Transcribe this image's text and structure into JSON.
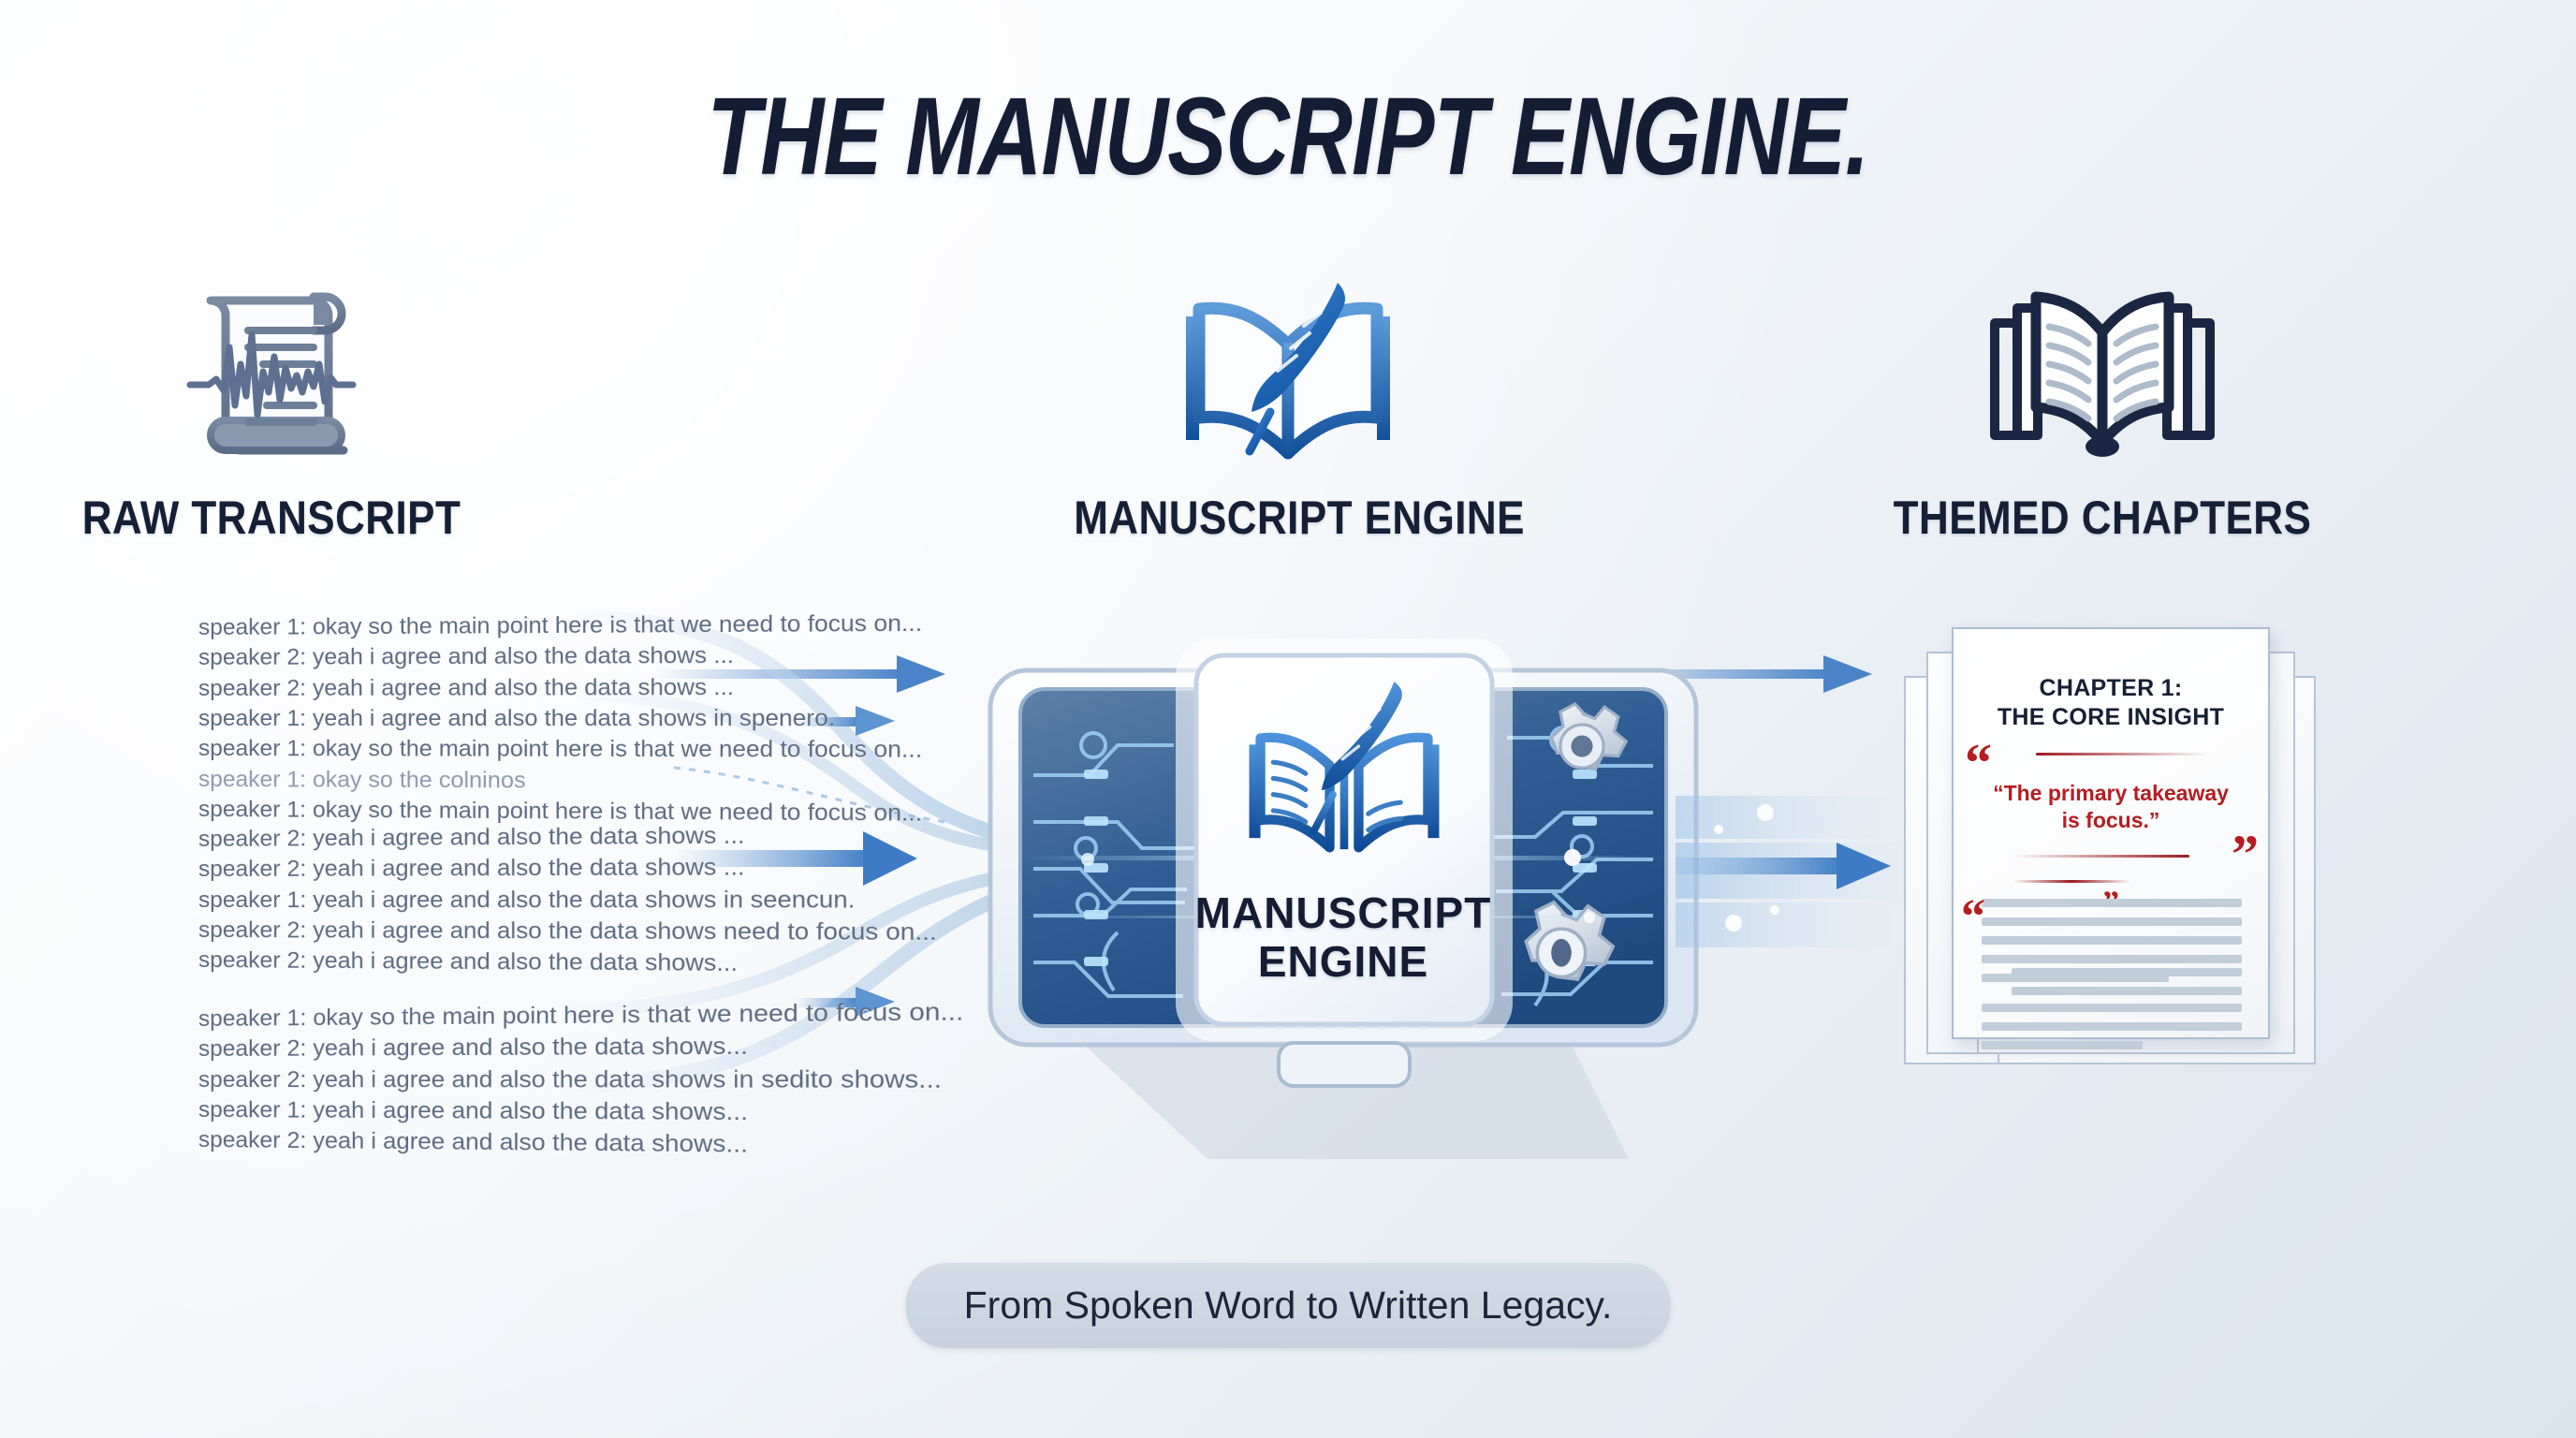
{
  "title": "THE MANUSCRIPT ENGINE.",
  "stages": [
    {
      "id": "raw-transcript",
      "label": "RAW TRANSCRIPT",
      "icon": "scroll-waveform-icon"
    },
    {
      "id": "manuscript-engine",
      "label": "MANUSCRIPT ENGINE",
      "icon": "book-quill-icon"
    },
    {
      "id": "themed-chapters",
      "label": "THEMED CHAPTERS",
      "icon": "open-book-icon"
    }
  ],
  "flow_arrows": {
    "top": [
      "arrow-right-icon",
      "arrow-right-icon"
    ],
    "input": [
      "arrow-right-icon",
      "arrow-right-icon",
      "arrow-right-icon"
    ],
    "output": [
      "arrow-right-icon"
    ]
  },
  "transcript": {
    "paragraphs": [
      [
        "speaker 1: okay so the main point here is that we need to focus on...",
        "speaker 2: yeah i agree and also the data shows ...",
        "speaker 2: yeah i agree and also the data shows ...",
        "speaker 1: yeah i agree and also the data shows in spenero.",
        "speaker 1: okay so the main point here is that we need to focus on...",
        "speaker 1: okay so the colninos",
        "speaker 1: okay so the main point here is that we need to focus on..."
      ],
      [
        "speaker 2: yeah i agree and also the data shows ...",
        "speaker 2: yeah i agree and also the data shows ...",
        "speaker 1: yeah i agree and also the data shows in seencun.",
        "speaker 2: yeah i agree and also the data shows need to focus on...",
        "speaker 2: yeah i agree and also the data shows..."
      ],
      [
        "speaker 1: okay so the main point here is that we need to focus on...",
        "speaker 2: yeah i agree and also the data shows...",
        "speaker 2: yeah i agree and also the data shows in sedito shows...",
        "speaker 1: yeah i agree and also the data shows...",
        "speaker 2: yeah i agree and also the data shows..."
      ]
    ],
    "dim_line": "speaker 1: okay so the colninos"
  },
  "engine": {
    "title_line_1": "MANUSCRIPT",
    "title_line_2": "ENGINE",
    "logo": "book-quill-icon",
    "decorations": [
      "gear-icon",
      "gear-icon",
      "circuit-trace",
      "vent-slots"
    ]
  },
  "chapter_page": {
    "title_line_1": "CHAPTER 1:",
    "title_line_2": "THE CORE INSIGHT",
    "quote": "“The primary takeaway\nis focus.”",
    "quote_line_1": "“The primary takeaway",
    "quote_line_2": "is focus.”",
    "quote_glyph_open": "“",
    "quote_glyph_close": "”",
    "body_line_count": 5,
    "body_line_count_2": 5
  },
  "tagline": "From Spoken Word to Written Legacy.",
  "colors": {
    "title_navy": "#141d33",
    "accent_blue": "#3f7fc4",
    "deep_blue": "#1b4f93",
    "quote_red": "#b51d22",
    "slate": "#5d6b80",
    "page_border": "#aebdd0",
    "background_start": "#fdfefe",
    "background_end": "#dbe4ec"
  }
}
